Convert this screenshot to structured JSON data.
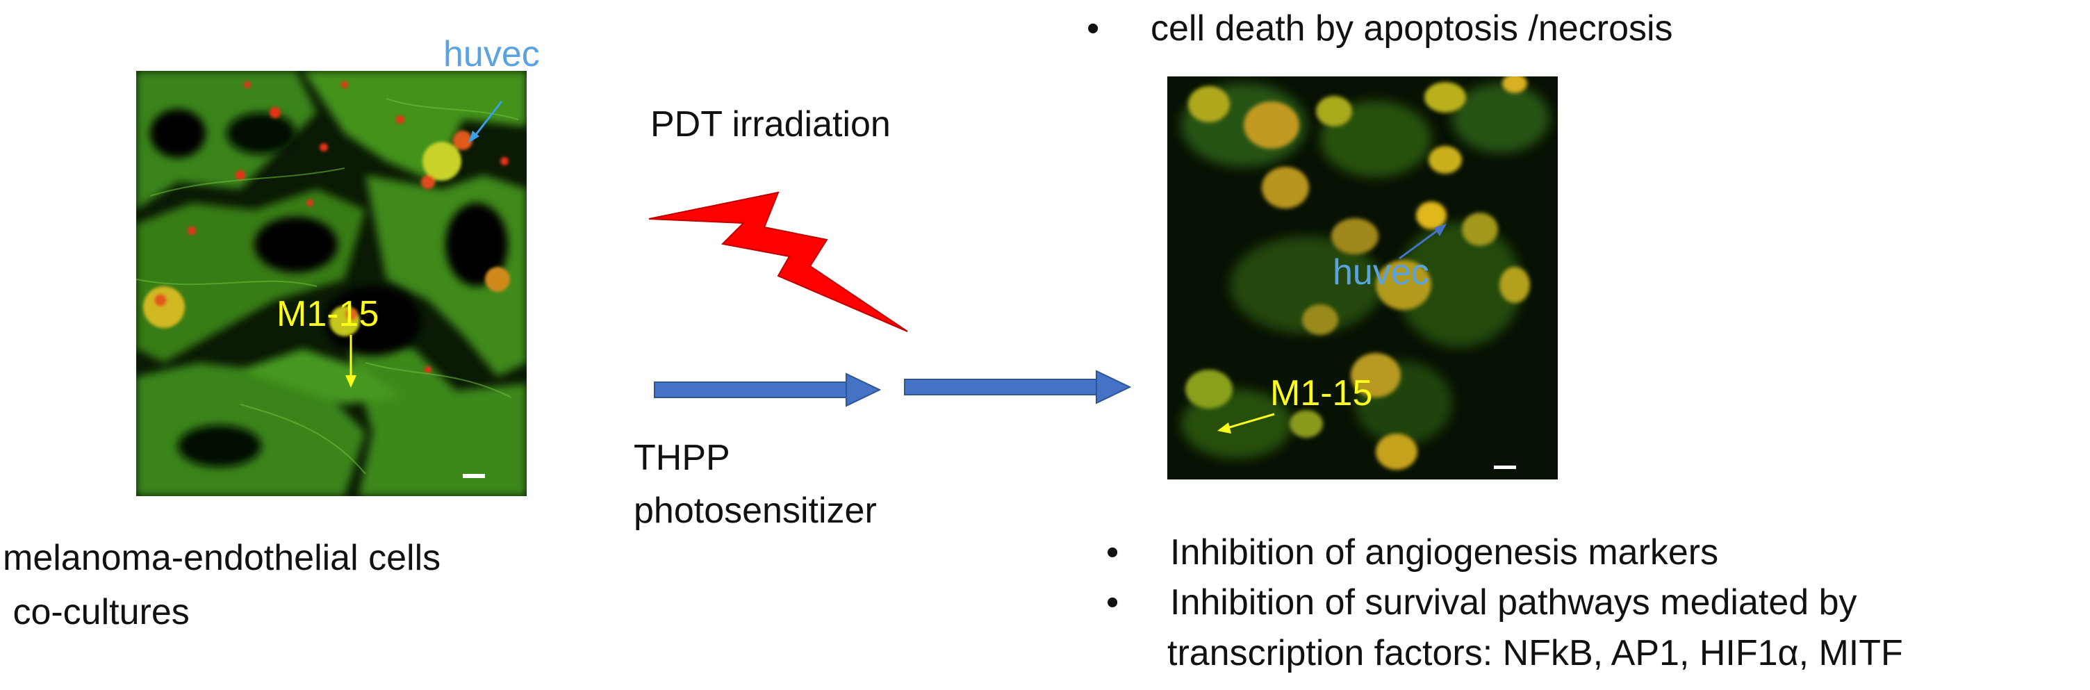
{
  "panel_left": {
    "labels": {
      "huvec": "huvec",
      "m115": "M1-15"
    },
    "caption": [
      "melanoma-endothelial  cells",
      " co-cultures"
    ]
  },
  "treatment": {
    "pdt": "PDT irradiation",
    "thpp": [
      "THPP",
      "photosensitizer"
    ]
  },
  "panel_right": {
    "labels": {
      "huvec": "huvec",
      "m115": "M1-15"
    }
  },
  "outcomes": {
    "top": "cell death by apoptosis /necrosis",
    "bottom": [
      "Inhibition of angiogenesis markers",
      "Inhibition of survival pathways mediated by",
      "transcription factors: NFkB, AP1, HIF1α, MITF"
    ],
    "bullet": "•"
  },
  "colors": {
    "huvec_label": "#5ba3e0",
    "m115_label": "#ffff1a",
    "arrow_blue": "#4472c4",
    "lightning": "#ff0000",
    "scale_bar": "#ffffff"
  }
}
